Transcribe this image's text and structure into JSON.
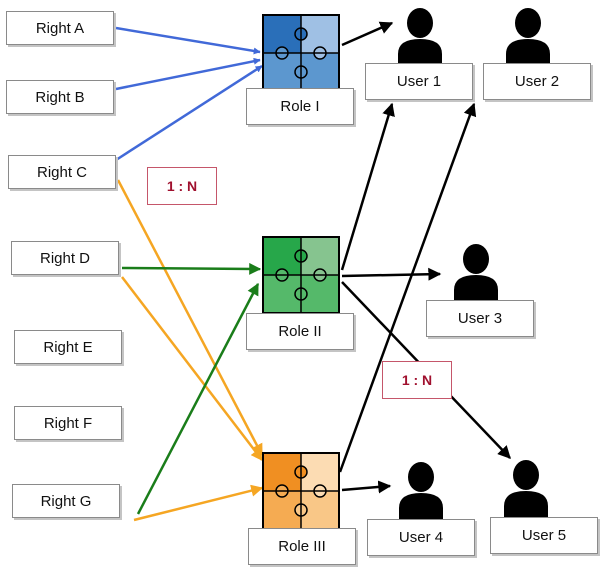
{
  "rights": [
    "Right A",
    "Right B",
    "Right C",
    "Right D",
    "Right E",
    "Right F",
    "Right G"
  ],
  "roles": [
    {
      "label": "Role I",
      "dark": "#2a6fb9",
      "mid": "#5c97cf",
      "light": "#9fc0e4",
      "pale": "#c9dcef"
    },
    {
      "label": "Role II",
      "dark": "#27a74a",
      "mid": "#55b96a",
      "light": "#86c48f",
      "pale": "#b3d8b6"
    },
    {
      "label": "Role III",
      "dark": "#f08f22",
      "mid": "#f5ab52",
      "light": "#f9c787",
      "pale": "#fcdcb3"
    }
  ],
  "users": [
    "User 1",
    "User 2",
    "User 3",
    "User 4",
    "User 5"
  ],
  "ratios": [
    "1 : N",
    "1 : N"
  ],
  "colors": {
    "blue_arrow": "#4169d8",
    "orange_arrow": "#f5a623",
    "green_arrow": "#1a7d1a",
    "black_arrow": "#000000"
  }
}
